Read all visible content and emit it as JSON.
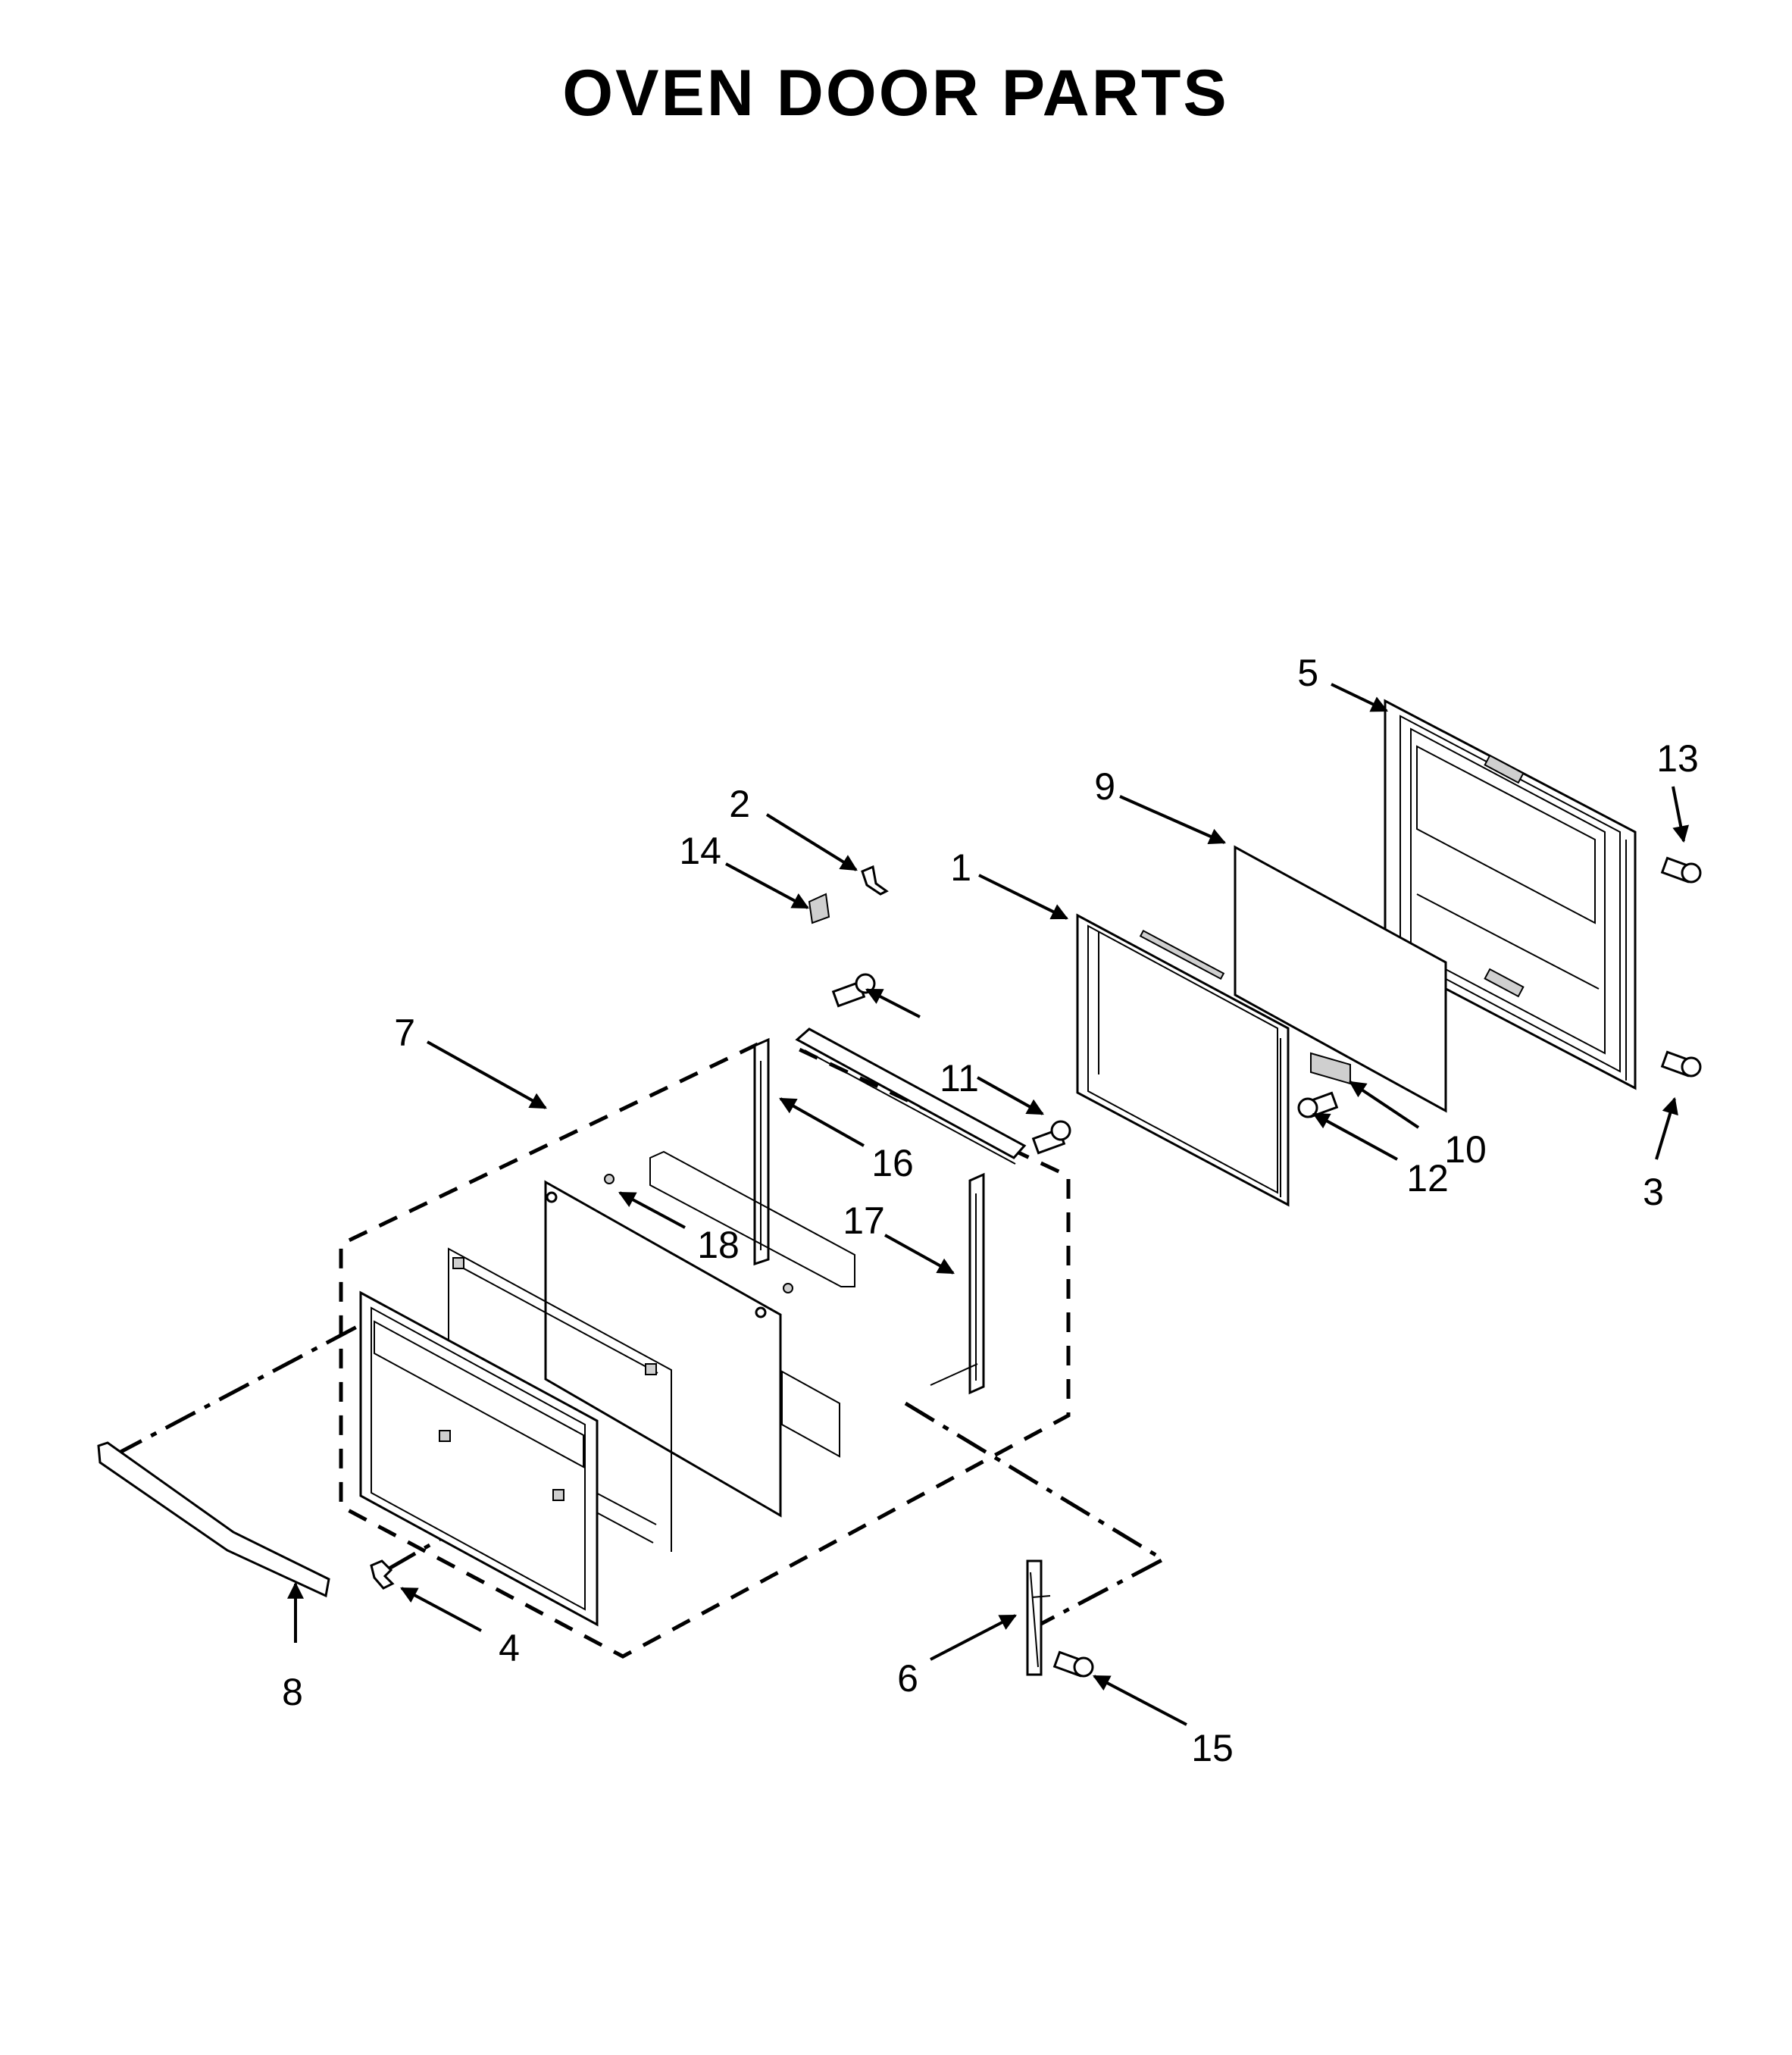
{
  "title": "OVEN DOOR PARTS",
  "callouts": {
    "c1": "1",
    "c2": "2",
    "c3": "3",
    "c4": "4",
    "c5": "5",
    "c6": "6",
    "c7": "7",
    "c8": "8",
    "c9": "9",
    "c10": "10",
    "c11": "11",
    "c12": "12",
    "c13": "13",
    "c14": "14",
    "c15": "15",
    "c16": "16",
    "c17": "17",
    "c18": "18"
  }
}
